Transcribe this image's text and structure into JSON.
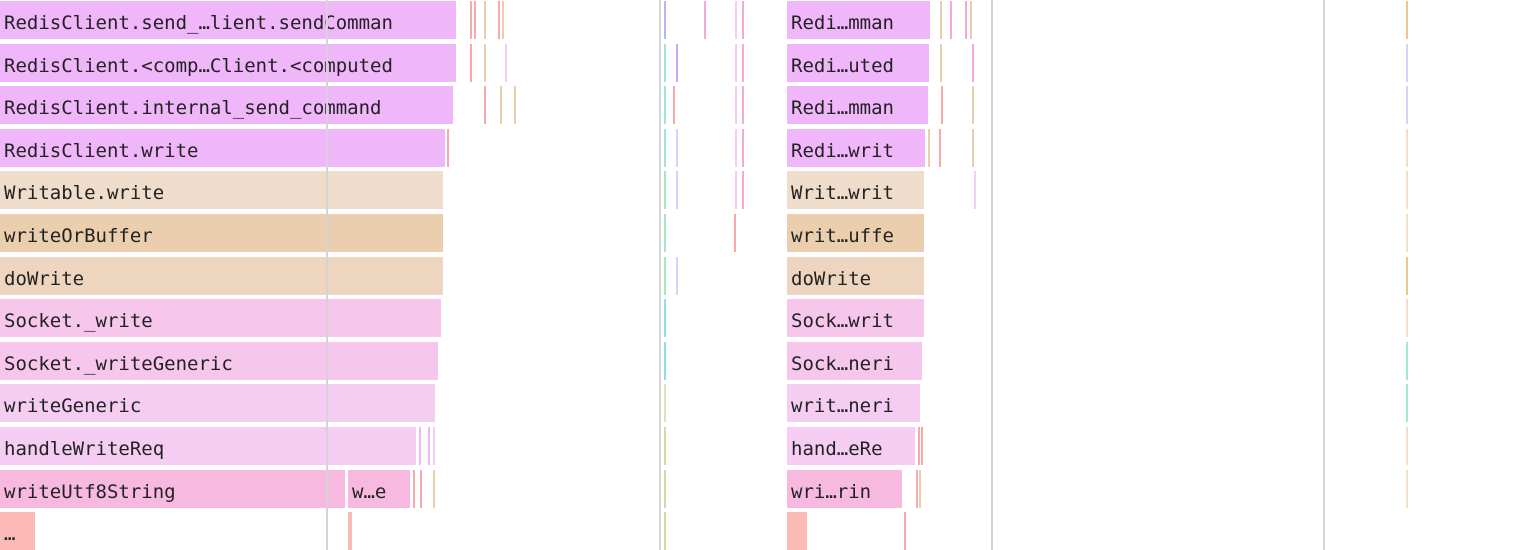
{
  "flame_graph": {
    "left_stack": [
      {
        "label": "RedisClient.send_…lient.sendComman",
        "color": "#f0b6fa"
      },
      {
        "label": "RedisClient.<comp…Client.<computed",
        "color": "#f0b6fa"
      },
      {
        "label": "RedisClient.internal_send_command",
        "color": "#f0b6fa"
      },
      {
        "label": "RedisClient.write",
        "color": "#f0b6fa"
      },
      {
        "label": "Writable.write",
        "color": "#f0dccb"
      },
      {
        "label": "writeOrBuffer",
        "color": "#ebcead"
      },
      {
        "label": "doWrite",
        "color": "#eed5bf"
      },
      {
        "label": "Socket._write",
        "color": "#f7c6ec"
      },
      {
        "label": "Socket._writeGeneric",
        "color": "#f7c6ec"
      },
      {
        "label": "writeGeneric",
        "color": "#f5cdf2"
      },
      {
        "label": "handleWriteReq",
        "color": "#f5cdf2"
      },
      {
        "label": "writeUtf8String",
        "color": "#f8b9e1"
      },
      {
        "label": "…",
        "color": "#fbbab6"
      }
    ],
    "left_extra": [
      {
        "label": "w…e",
        "color": "#f8b9e1"
      }
    ],
    "right_stack": [
      {
        "label": "Redi…mman",
        "color": "#f0b6fa"
      },
      {
        "label": "Redi…uted",
        "color": "#f0b6fa"
      },
      {
        "label": "Redi…mman",
        "color": "#f0b6fa"
      },
      {
        "label": "Redi…writ",
        "color": "#f0b6fa"
      },
      {
        "label": "Writ…writ",
        "color": "#f0dccb"
      },
      {
        "label": "writ…uffe",
        "color": "#ebcead"
      },
      {
        "label": "doWrite",
        "color": "#eed5bf"
      },
      {
        "label": "Sock…writ",
        "color": "#f7c6ec"
      },
      {
        "label": "Sock…neri",
        "color": "#f7c6ec"
      },
      {
        "label": "writ…neri",
        "color": "#f5cdf2"
      },
      {
        "label": "hand…eRe",
        "color": "#f5cdf2"
      },
      {
        "label": "wri…rin",
        "color": "#f8b9e1"
      },
      {
        "label": "",
        "color": "#fbbab6"
      }
    ]
  }
}
